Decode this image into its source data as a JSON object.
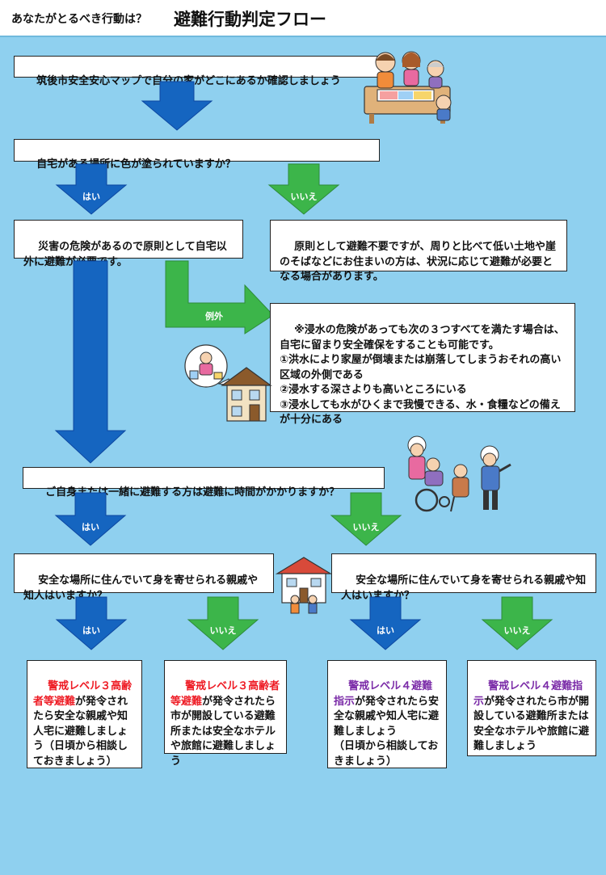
{
  "header": {
    "question": "あなたがとるべき行動は？",
    "title": "避難行動判定フロー"
  },
  "steps": {
    "map_check": "筑後市安全安心マップで自分の家がどこにあるか確認しましょう",
    "colored_question": "自宅がある場所に色が塗られていますか？",
    "need_evac": "災害の危険があるので原則として自宅以外に避難が必要です。",
    "no_need_evac": "原則として避難不要ですが、周りと比べて低い土地や崖のそばなどにお住まいの方は、状況に応じて避難が必要となる場合があります。",
    "exception_text": "※浸水の危険があっても次の３つすべてを満たす場合は、自宅に留まり安全確保をすることも可能です。\n①洪水により家屋が倒壊または崩落してしまうおそれの高い区域の外側である\n②浸水する深さよりも高いところにいる\n③浸水しても水がひくまで我慢できる、水・食糧などの備えが十分にある",
    "time_question": "ご自身または一緒に避難する方は避難に時間がかかりますか？",
    "relative_question_left": "安全な場所に住んでいて身を寄せられる親戚や知人はいますか？",
    "relative_question_right": "安全な場所に住んでいて身を寄せられる親戚や知人はいますか？"
  },
  "labels": {
    "yes": "はい",
    "no": "いいえ",
    "exception": "例外"
  },
  "outcomes": [
    {
      "highlight": "警戒レベル３高齢者等避難",
      "rest": "が発令されたら安全な親戚や知人宅に避難しましょう（日頃から相談しておきましょう）",
      "highlight_color": "#ee1b24"
    },
    {
      "highlight": "警戒レベル３高齢者等避難",
      "rest": "が発令されたら市が開設している避難所または安全なホテルや旅館に避難しましょう",
      "highlight_color": "#ee1b24"
    },
    {
      "highlight": "警戒レベル４避難指示",
      "rest": "が発令されたら安全な親戚や知人宅に避難しましょう\n（日頃から相談しておきましょう）",
      "highlight_color": "#7b2ca8"
    },
    {
      "highlight": "警戒レベル４避難指示",
      "rest": "が発令されたら市が開設している避難所または安全なホテルや旅館に避難しましょう",
      "highlight_color": "#7b2ca8"
    }
  ],
  "colors": {
    "background": "#8fd0ef",
    "arrow_blue": "#1565c0",
    "arrow_green": "#3cb54a",
    "warning_red": "#ee1b24",
    "warning_purple": "#7b2ca8"
  }
}
